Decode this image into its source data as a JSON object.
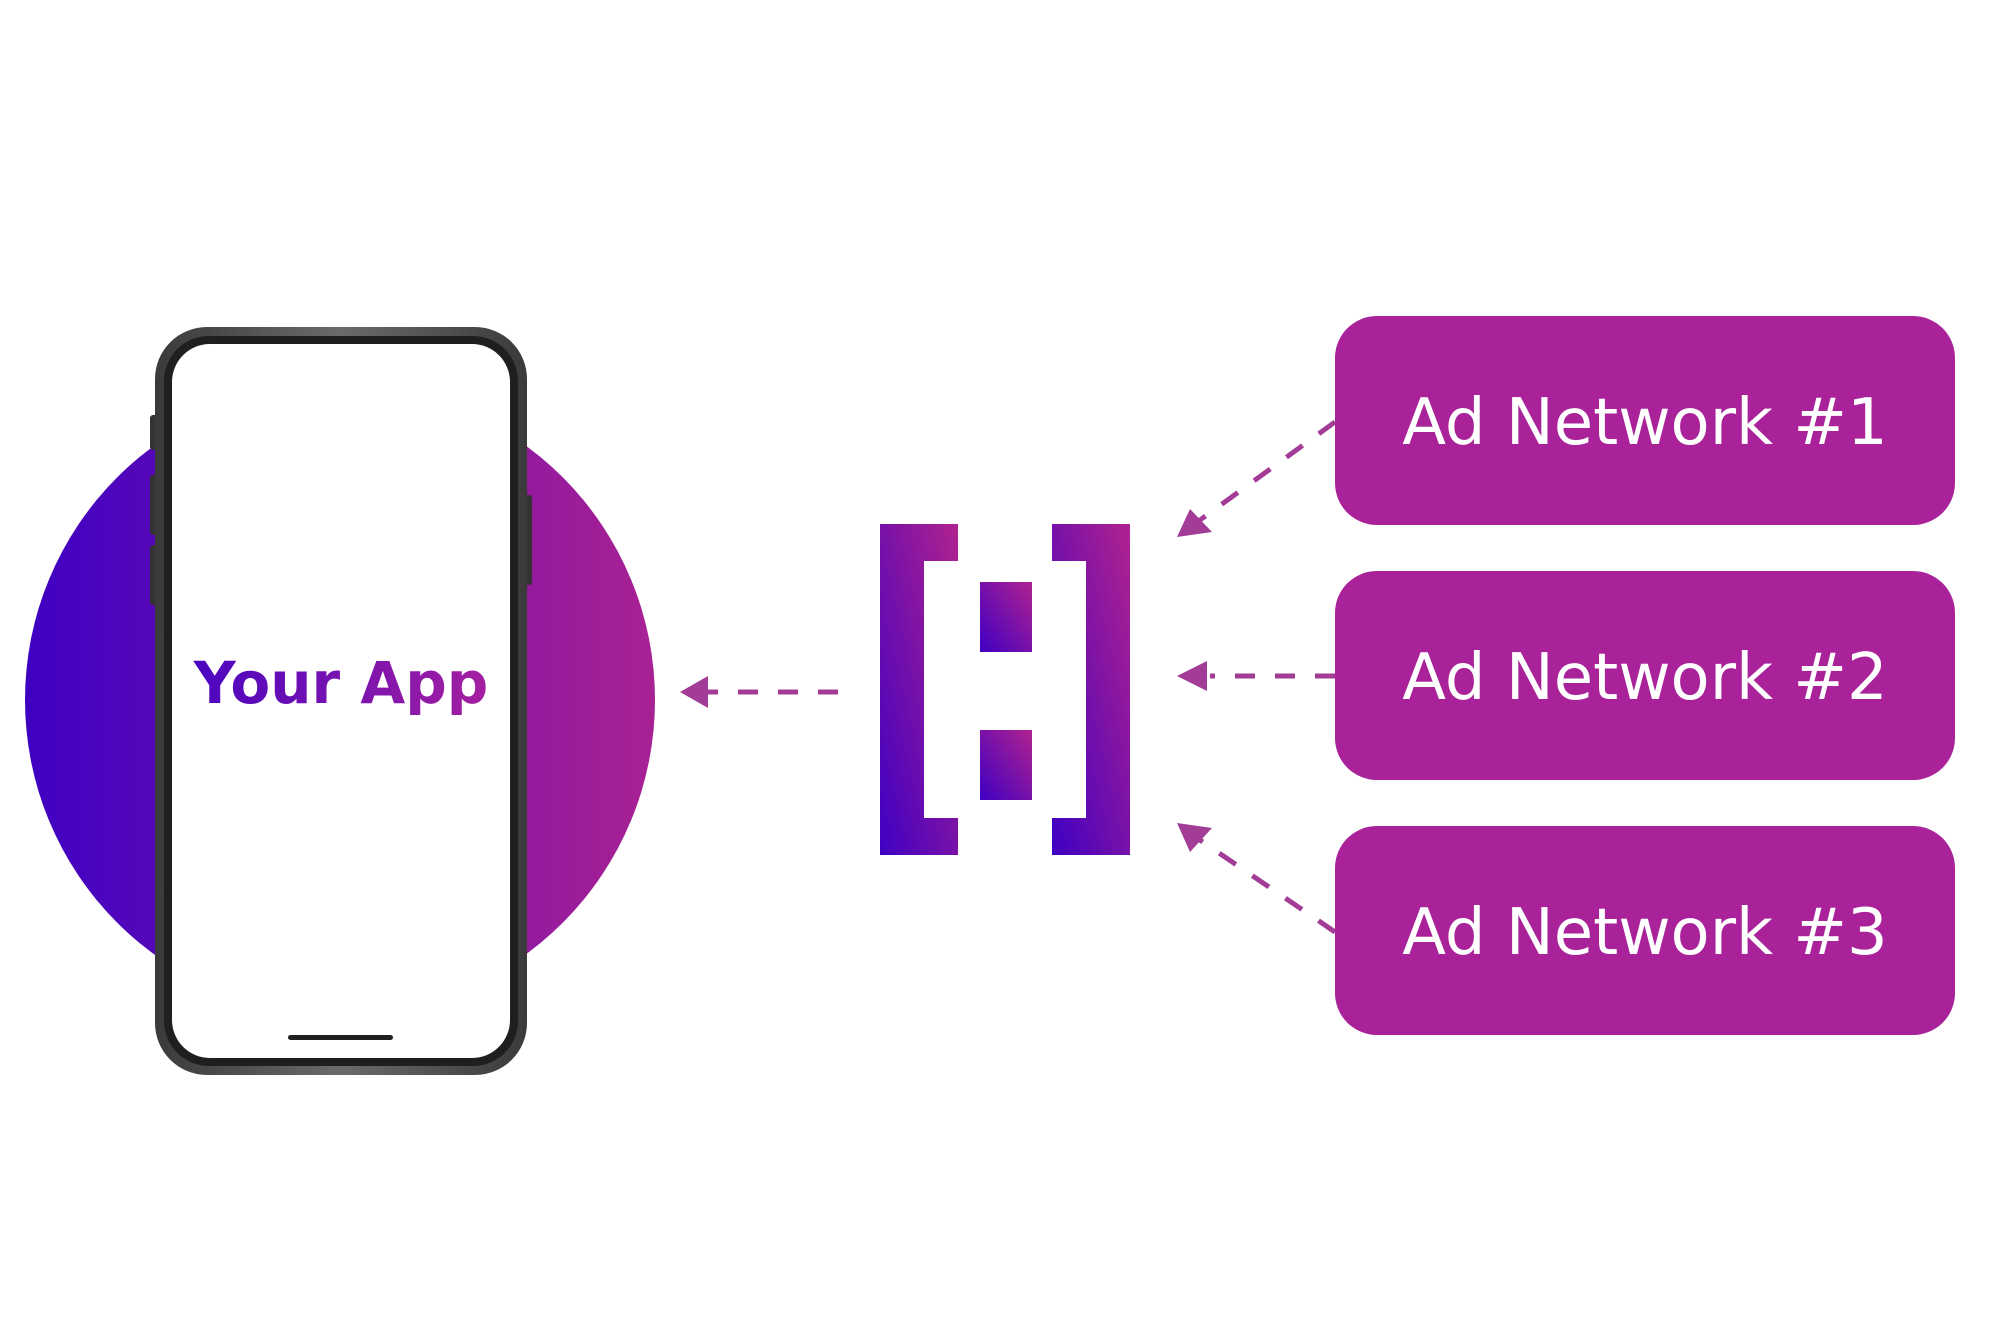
{
  "diagram": {
    "app": {
      "label": "Your App"
    },
    "networks": [
      {
        "label": "Ad Network #1"
      },
      {
        "label": "Ad Network #2"
      },
      {
        "label": "Ad Network #3"
      }
    ],
    "logo": {
      "name": "mediation-logo"
    },
    "colors": {
      "gradient_start": "#3F00C2",
      "gradient_end": "#A92194",
      "network_box": "#A9229A",
      "arrow": "#A23C97",
      "phone_frame": "#4a4a4a",
      "background": "#ffffff"
    }
  }
}
